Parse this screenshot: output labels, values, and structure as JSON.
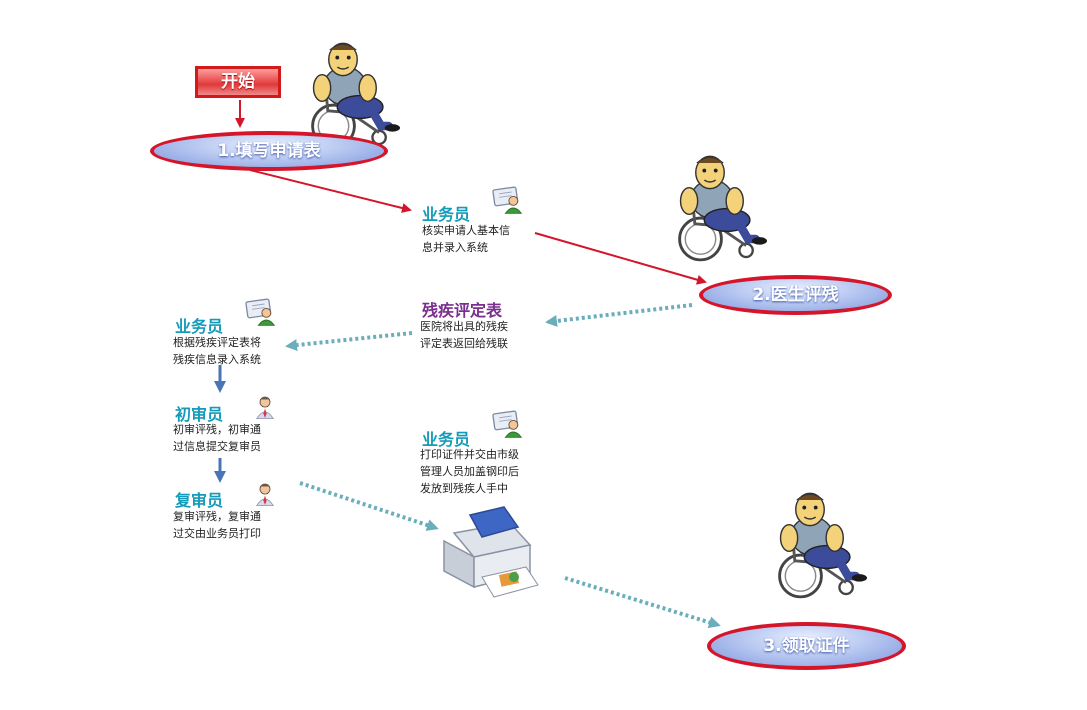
{
  "start": {
    "label": "开始"
  },
  "steps": [
    {
      "label": "1.填写申请表"
    },
    {
      "label": "2.医生评残"
    },
    {
      "label": "3.领取证件"
    }
  ],
  "nodes": {
    "clerk_verify": {
      "role": "业务员",
      "desc": "核实申请人基本信\n息并录入系统"
    },
    "assessment_form": {
      "role": "残疾评定表",
      "desc": "医院将出具的残疾\n评定表返回给残联"
    },
    "clerk_enter": {
      "role": "业务员",
      "desc": "根据残疾评定表将\n残疾信息录入系统"
    },
    "first_reviewer": {
      "role": "初审员",
      "desc": "初审评残，初审通\n过信息提交复审员"
    },
    "second_reviewer": {
      "role": "复审员",
      "desc": "复审评残，复审通\n过交由业务员打印"
    },
    "clerk_print": {
      "role": "业务员",
      "desc": "打印证件并交由市级\n管理人员加盖钢印后\n发放到残疾人手中"
    }
  },
  "colors": {
    "red_arrow": "#d4152a",
    "dotted_arrow": "#6aaebb",
    "blue_arrow": "#4a74b8",
    "role_teal": "#159bb9",
    "role_purple": "#7a2f8e"
  },
  "icons": [
    "wheelchair-user-icon",
    "clerk-icon",
    "reviewer-icon",
    "printer-icon"
  ]
}
